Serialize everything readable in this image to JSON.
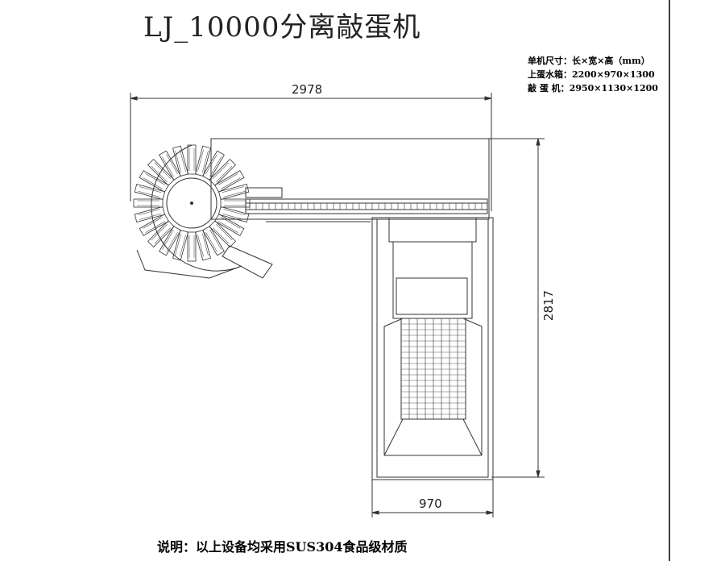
{
  "title": "LJ_10000分离敲蛋机",
  "specs": [
    {
      "label": "单机尺寸：",
      "value": "长×宽×高（mm）"
    },
    {
      "label": "上蛋水箱：",
      "value": "2200×970×1300"
    },
    {
      "label": "敲 蛋 机：",
      "value": "2950×1130×1200"
    }
  ],
  "dimensions": {
    "width": "2978",
    "depth": "2817",
    "tank_width": "970"
  },
  "footer": "说明：以上设备均采用SUS304食品级材质",
  "colors": {
    "line": "#333333",
    "text": "#000000"
  }
}
